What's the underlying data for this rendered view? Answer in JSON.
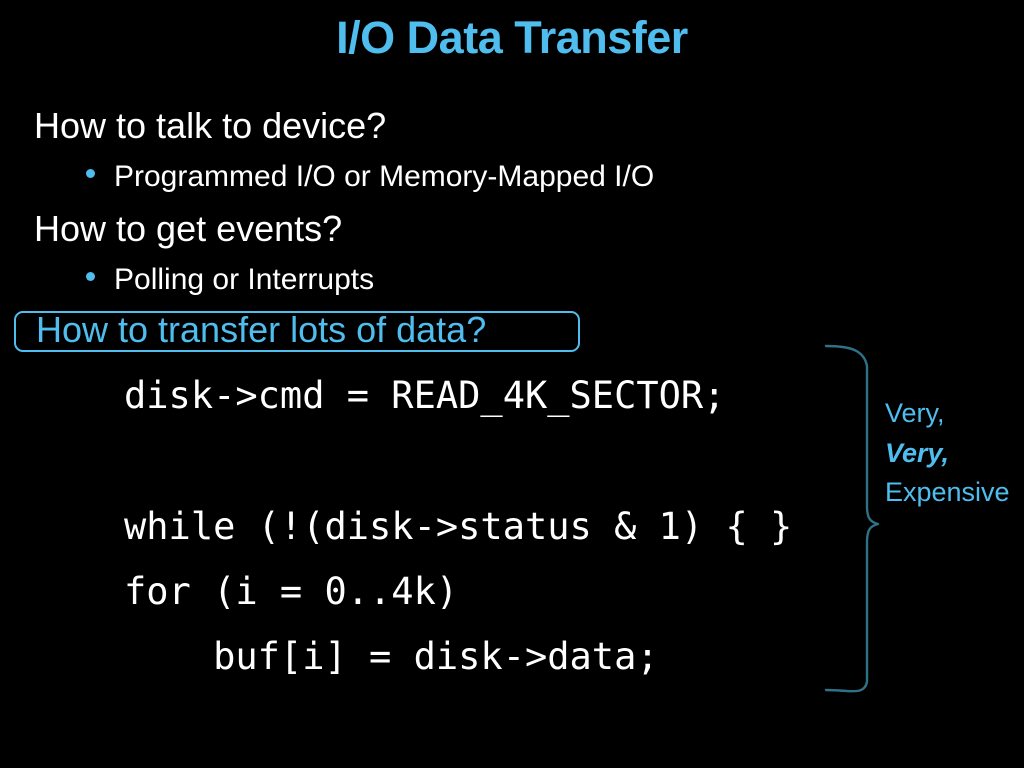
{
  "slide": {
    "title": "I/O Data Transfer",
    "background_color": "#000000",
    "accent_color": "#4FBDEE",
    "text_color": "#FFFFFF",
    "brace_color": "#2F7186"
  },
  "outline": {
    "items": [
      {
        "level": 1,
        "text": "How to talk to device?"
      },
      {
        "level": 2,
        "text": "Programmed I/O or Memory-Mapped I/O"
      },
      {
        "level": 1,
        "text": "How to get events?"
      },
      {
        "level": 2,
        "text": "Polling or Interrupts"
      },
      {
        "level": 1,
        "text": "How to transfer lots of data?",
        "highlighted": true
      }
    ]
  },
  "code": {
    "lines": [
      "disk->cmd = READ_4K_SECTOR;",
      "while (!(disk->status & 1) { }",
      "for (i = 0..4k)",
      "    buf[i] = disk->data;"
    ]
  },
  "annotation": {
    "line1": "Very,",
    "line2": "Very,",
    "line3": "Expensive"
  }
}
